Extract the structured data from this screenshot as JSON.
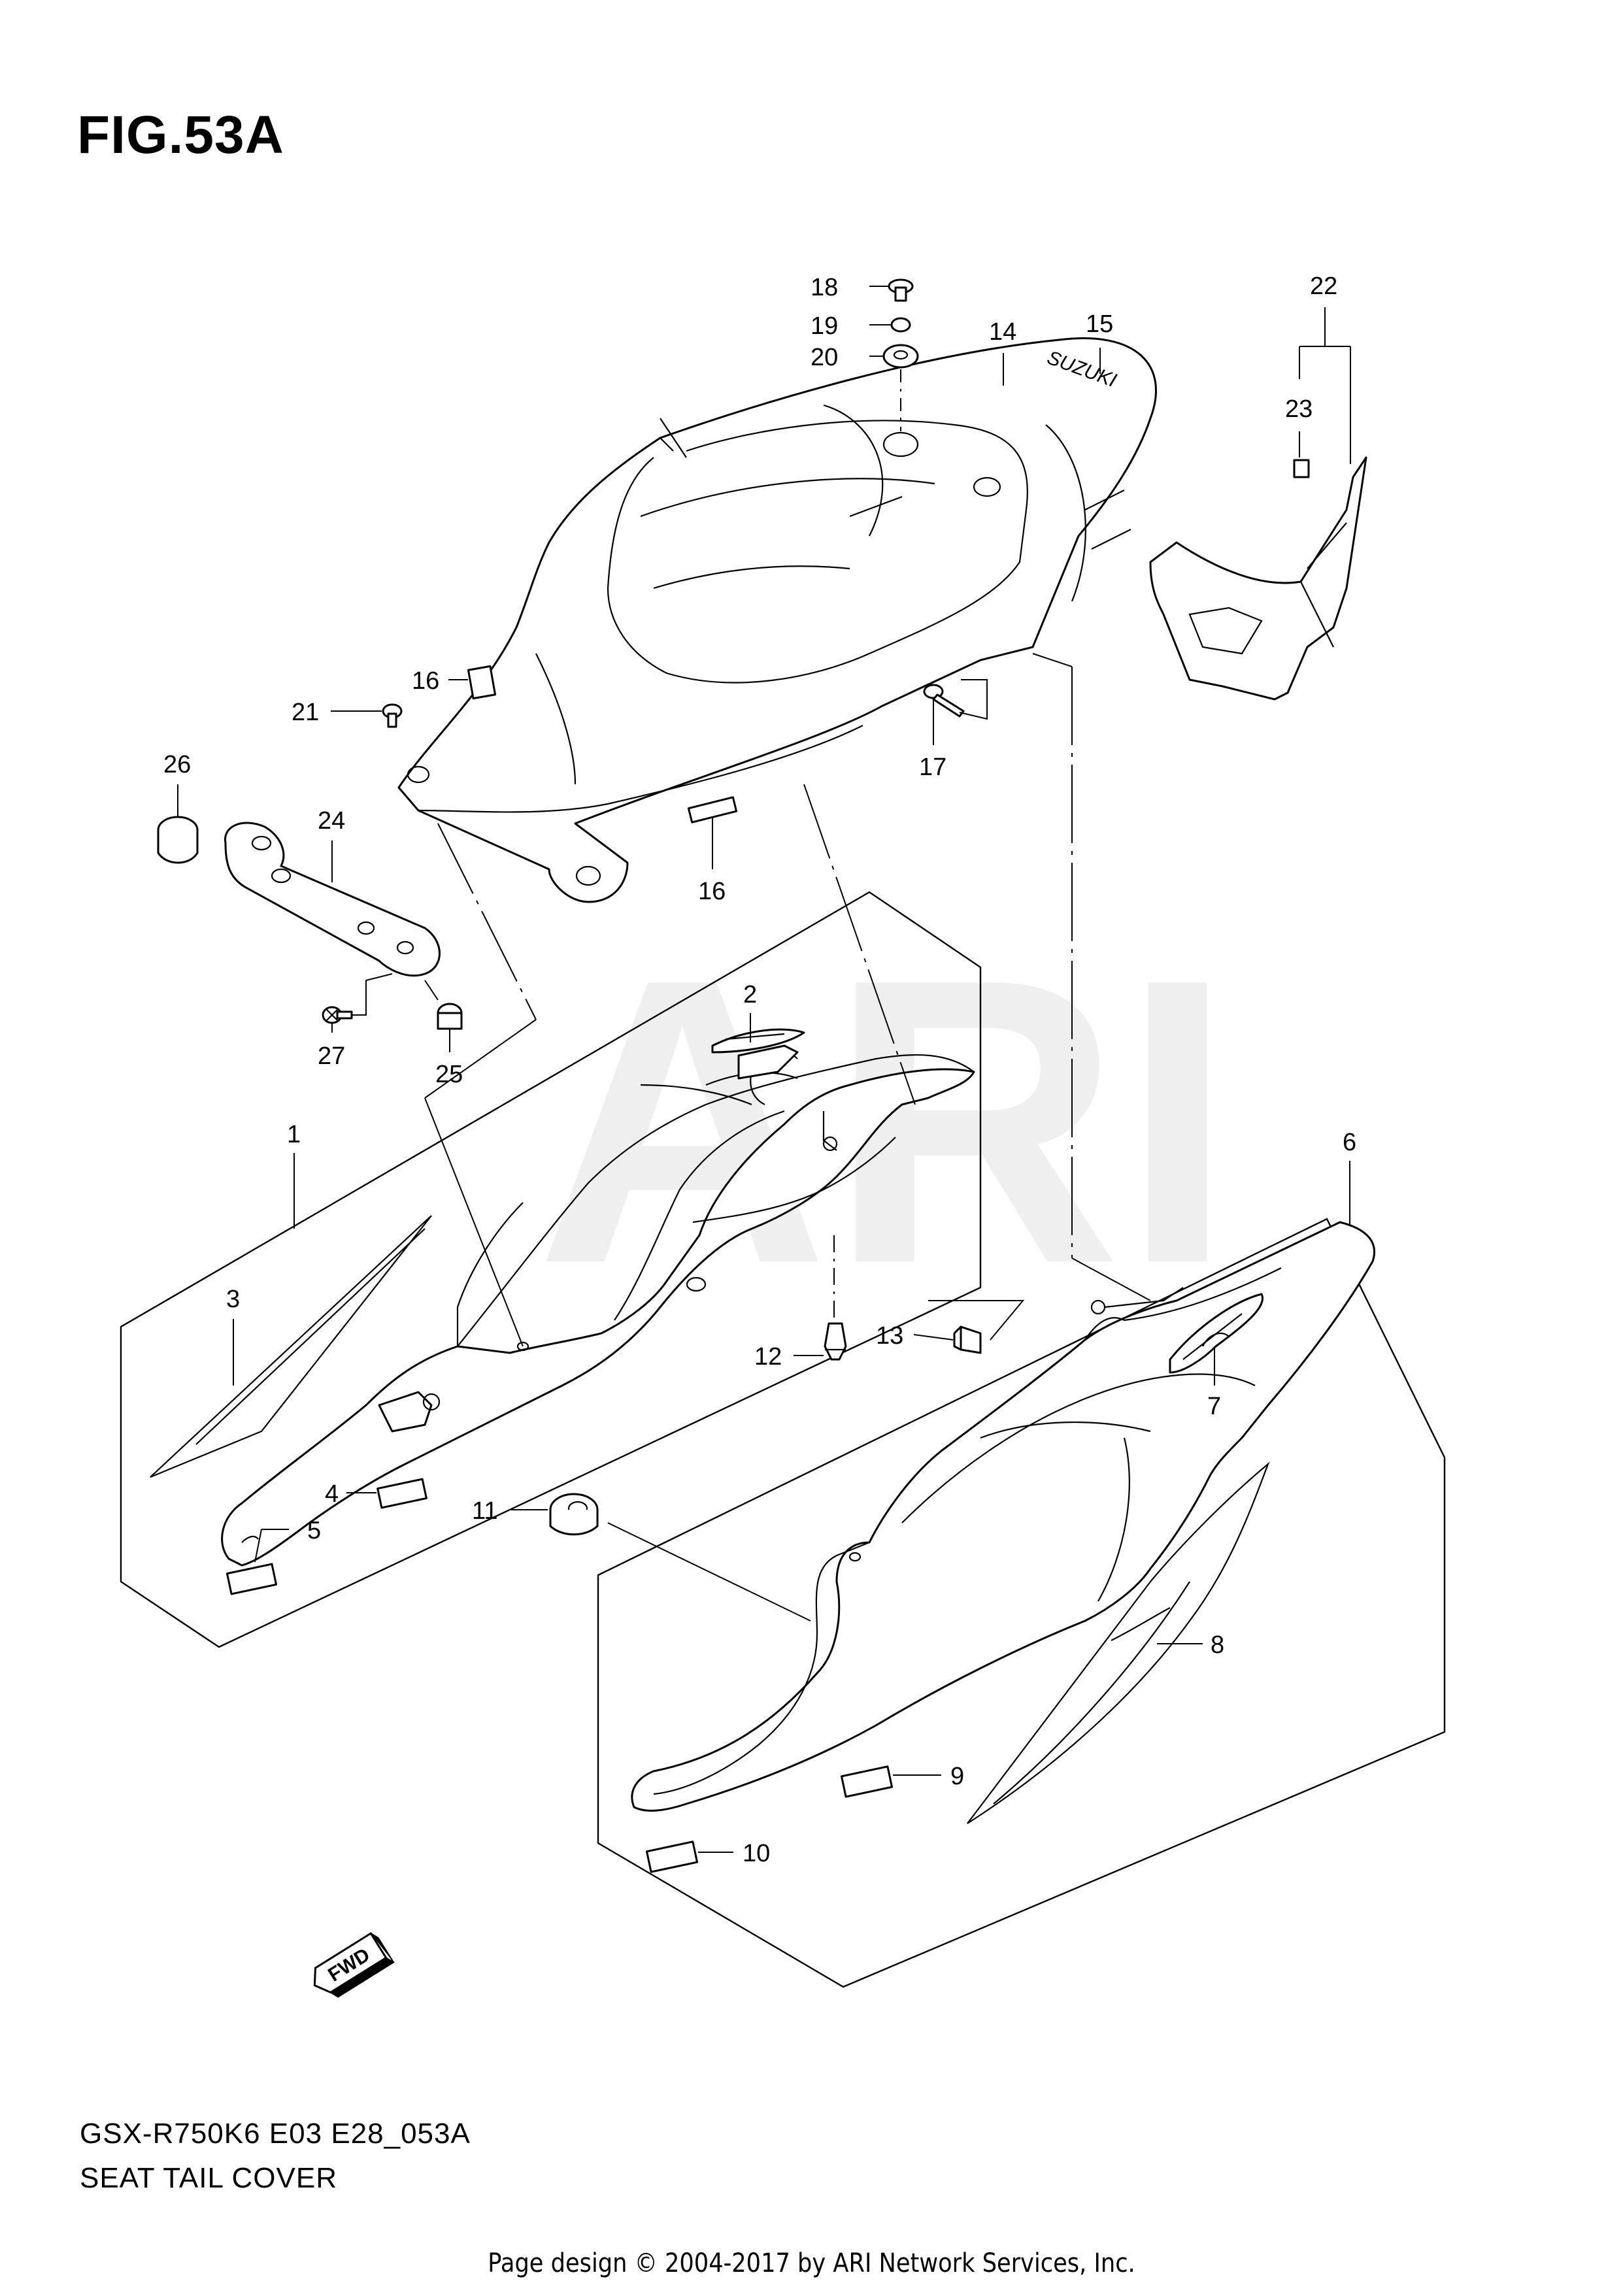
{
  "figure": {
    "title": "FIG.53A"
  },
  "footer": {
    "model_code": "GSX-R750K6 E03 E28_053A",
    "section_name": "SEAT TAIL COVER",
    "copyright": "Page design © 2004-2017 by ARI Network Services, Inc."
  },
  "watermark": {
    "text": "ARI",
    "color": "#e6e6e6"
  },
  "fwd_arrow": {
    "label": "FWD"
  },
  "brand_mark": {
    "text": "SUZUKI"
  },
  "callouts": [
    {
      "id": "c1",
      "label": "1"
    },
    {
      "id": "c2",
      "label": "2"
    },
    {
      "id": "c3",
      "label": "3"
    },
    {
      "id": "c4",
      "label": "4"
    },
    {
      "id": "c5",
      "label": "5"
    },
    {
      "id": "c6",
      "label": "6"
    },
    {
      "id": "c7",
      "label": "7"
    },
    {
      "id": "c8",
      "label": "8"
    },
    {
      "id": "c9",
      "label": "9"
    },
    {
      "id": "c10",
      "label": "10"
    },
    {
      "id": "c11",
      "label": "11"
    },
    {
      "id": "c12",
      "label": "12"
    },
    {
      "id": "c13",
      "label": "13"
    },
    {
      "id": "c14",
      "label": "14"
    },
    {
      "id": "c15",
      "label": "15"
    },
    {
      "id": "c16a",
      "label": "16"
    },
    {
      "id": "c16b",
      "label": "16"
    },
    {
      "id": "c17",
      "label": "17"
    },
    {
      "id": "c18",
      "label": "18"
    },
    {
      "id": "c19",
      "label": "19"
    },
    {
      "id": "c20",
      "label": "20"
    },
    {
      "id": "c21",
      "label": "21"
    },
    {
      "id": "c22",
      "label": "22"
    },
    {
      "id": "c23",
      "label": "23"
    },
    {
      "id": "c24",
      "label": "24"
    },
    {
      "id": "c25",
      "label": "25"
    },
    {
      "id": "c26",
      "label": "26"
    },
    {
      "id": "c27",
      "label": "27"
    }
  ]
}
